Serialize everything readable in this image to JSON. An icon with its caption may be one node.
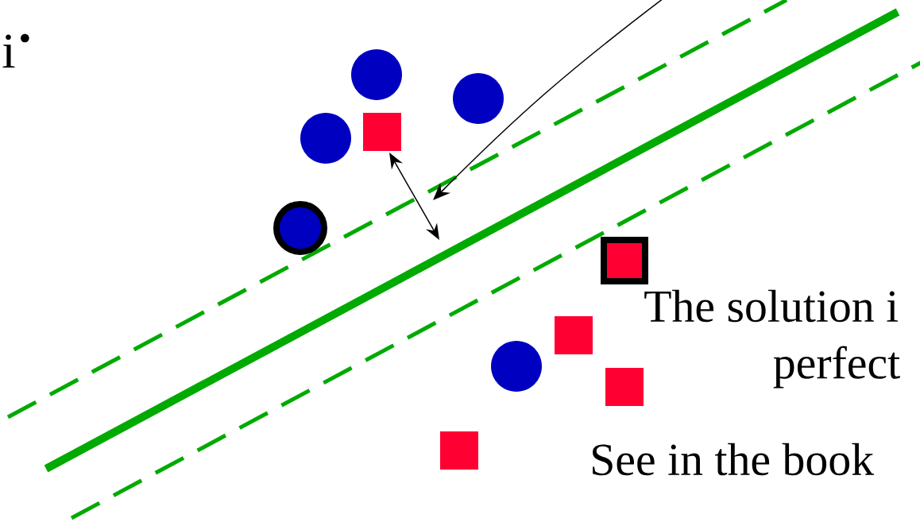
{
  "diagram": {
    "labels": [
      "$_{i}$.",
      "The solution i",
      "perfect",
      "See in the book"
    ]
  }
}
